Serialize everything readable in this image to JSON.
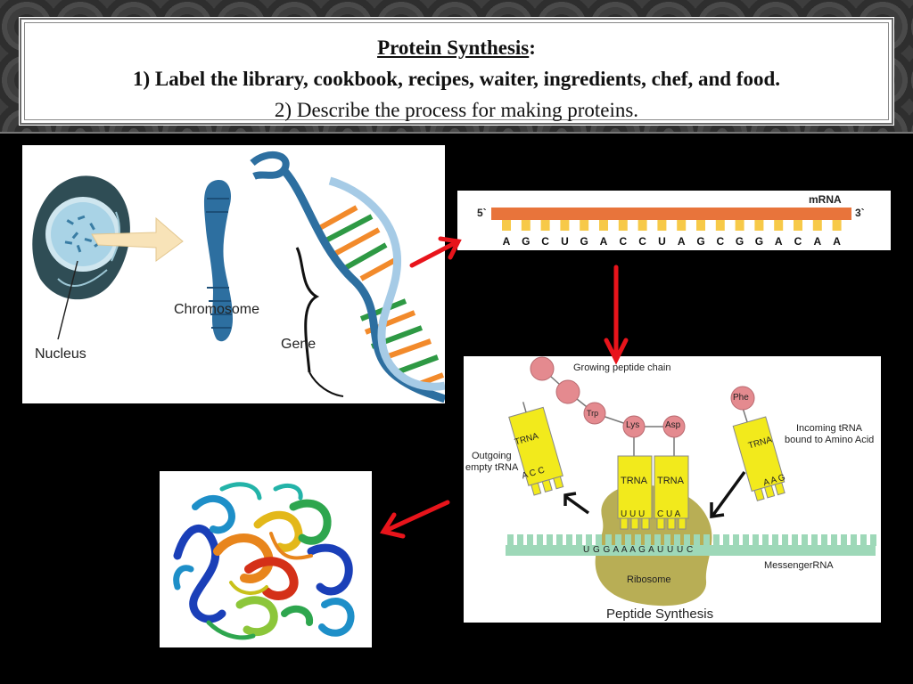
{
  "header": {
    "title_main": "Protein Synthesis",
    "title_colon": ":",
    "line1": "1) Label the library, cookbook, recipes, waiter, ingredients, chef, and food.",
    "line2": "2) Describe the process for making proteins."
  },
  "cell_diagram": {
    "nucleus_label": "Nucleus",
    "chromosome_label": "Chromosome",
    "gene_label": "Gene"
  },
  "mrna_diagram": {
    "title": "mRNA",
    "five_prime": "5`",
    "three_prime": "3`",
    "bases": [
      "A",
      "G",
      "C",
      "U",
      "G",
      "A",
      "C",
      "C",
      "U",
      "A",
      "G",
      "C",
      "G",
      "G",
      "A",
      "C",
      "A",
      "A"
    ]
  },
  "ribosome_diagram": {
    "growing_chain_label": "Growing peptide chain",
    "outgoing_label_1": "Outgoing",
    "outgoing_label_2": "empty tRNA",
    "incoming_label_1": "Incoming  tRNA",
    "incoming_label_2": "bound to Amino Acid",
    "trp": "Trp",
    "lys": "Lys",
    "asp": "Asp",
    "phe": "Phe",
    "trna": "TRNA",
    "outgoing_anticodon": "A C C",
    "lys_anticodon": "U U U",
    "asp_anticodon": "C U A",
    "incoming_anticodon": "A A G",
    "mrna_sequence": "U G G A A A G A U U U C",
    "messenger_label": "MessengerRNA",
    "ribosome_label": "Ribosome",
    "caption": "Peptide Synthesis"
  },
  "colors": {
    "arrow_red": "#e8141b",
    "mrna_orange": "#e8743b",
    "trna_yellow": "#f2ea1c",
    "ribosome_olive": "#b8ae55",
    "mrna_strand": "#9ed8b8",
    "amino_pink": "#e48a8f"
  }
}
